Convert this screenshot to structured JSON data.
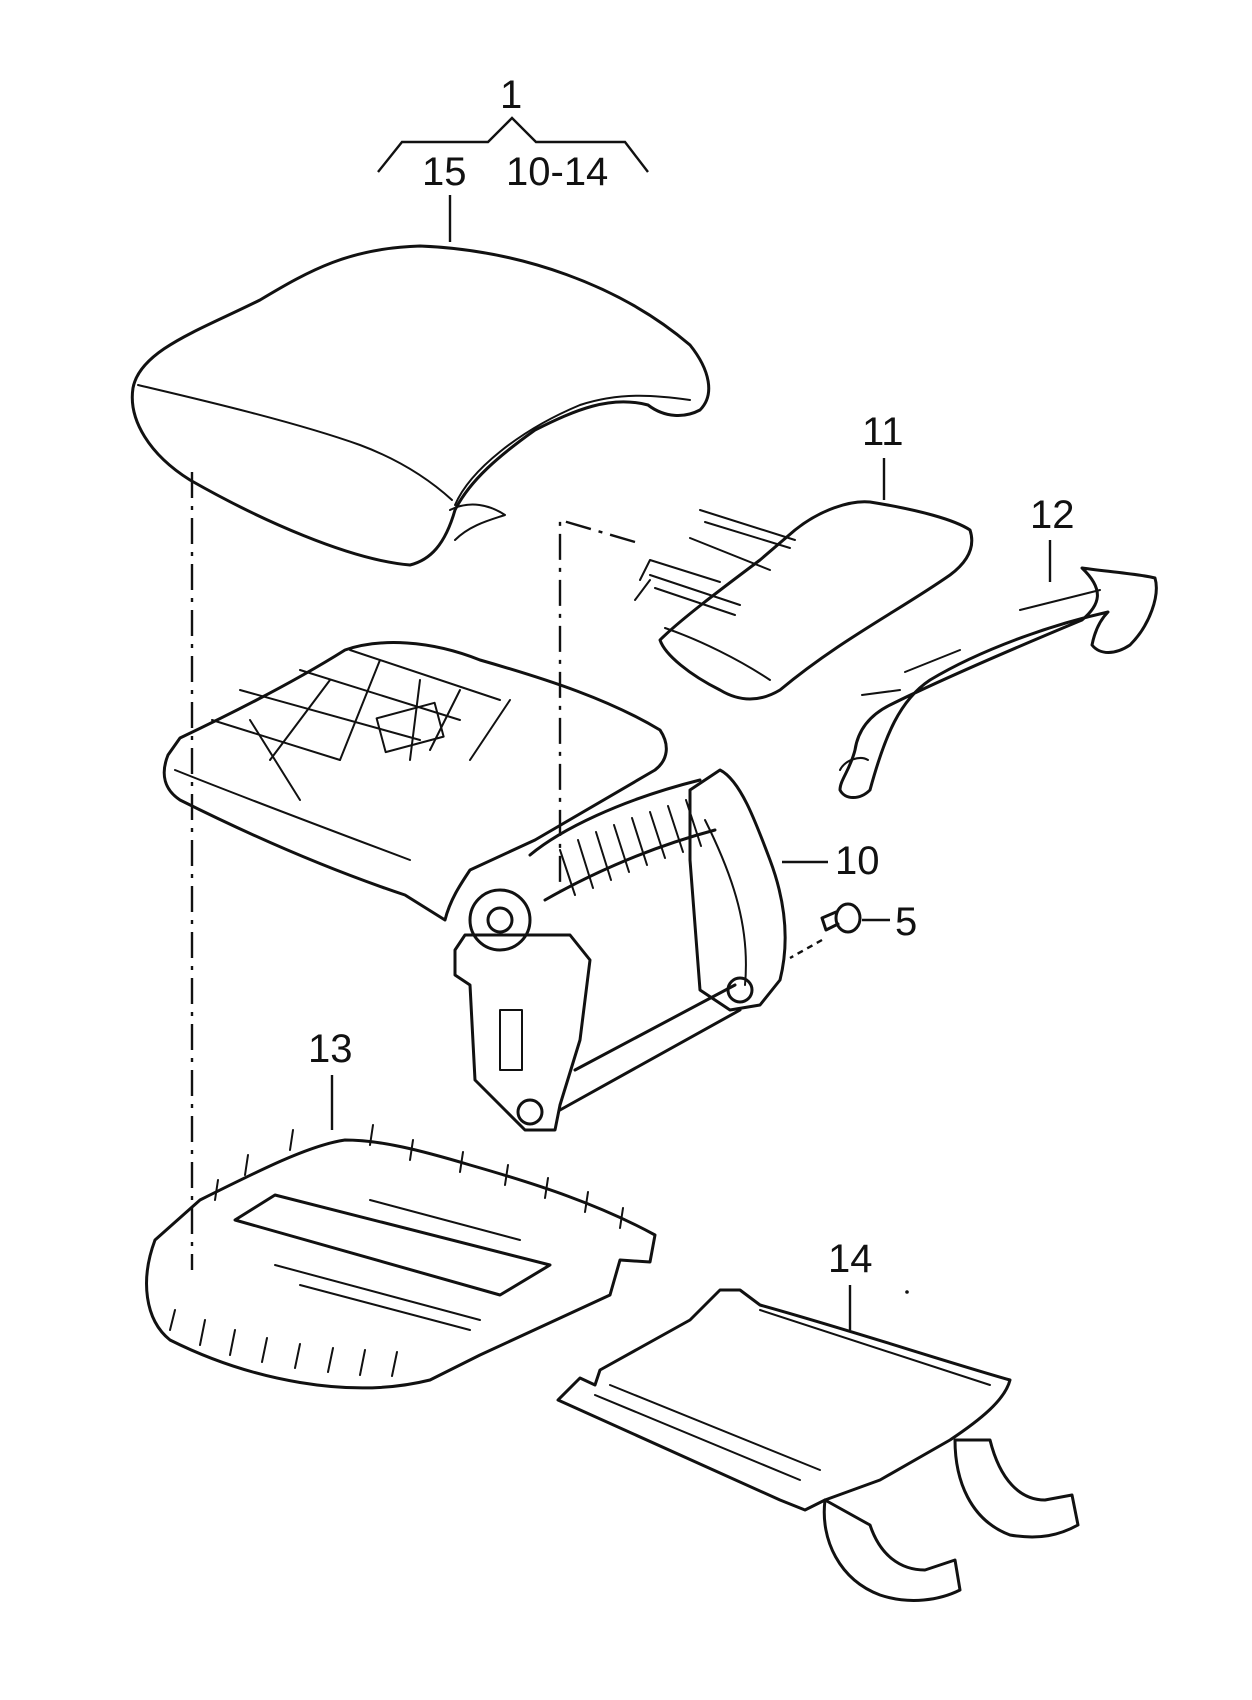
{
  "diagram": {
    "labels": {
      "assembly": "1",
      "assembly_cover": "15",
      "assembly_range": "10-14",
      "lid_cover": "15",
      "hinge_insert": "11",
      "trim_strip": "12",
      "hinge_frame": "10",
      "screw": "5",
      "base_plate": "13",
      "cup_holder": "14"
    },
    "colors": {
      "line": "#111111",
      "background": "#ffffff"
    }
  }
}
